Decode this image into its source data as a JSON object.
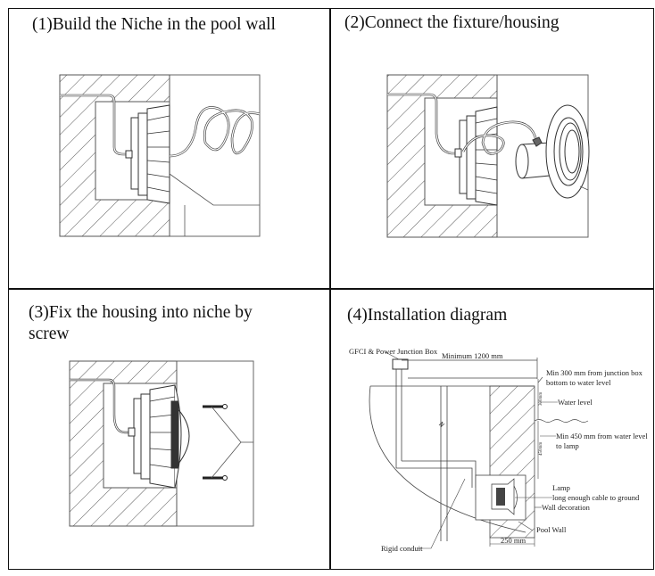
{
  "document": {
    "type": "installation-steps-table",
    "steps": [
      {
        "number": "1",
        "caption": "(1)Build the Niche in the pool wall"
      },
      {
        "number": "2",
        "caption": "(2)Connect the fixture/housing"
      },
      {
        "number": "3",
        "caption": "(3)Fix the housing into niche by screw"
      },
      {
        "number": "4",
        "caption": "(4)Installation diagram"
      }
    ],
    "installation_diagram": {
      "labels": {
        "junction_box": "GFCI & Power Junction Box",
        "min_distance": "Minimum 1200 mm",
        "min_300_line1": "Min 300 mm from junction box",
        "min_300_line2": "bottom to water level",
        "water_level": "Water level",
        "min_450_line1": "Min 450 mm from water level",
        "min_450_line2": "to lamp",
        "lamp": "Lamp",
        "cable": "long enough cable to ground",
        "wall_decoration": "Wall decoration",
        "pool_wall": "Pool Wall",
        "wall_thickness": "250 mm",
        "rigid_conduit": "Rigid conduit",
        "dim_300": "300mm",
        "dim_450": "450mm"
      }
    }
  },
  "colors": {
    "line": "#333333",
    "border": "#111111",
    "background": "#ffffff"
  }
}
